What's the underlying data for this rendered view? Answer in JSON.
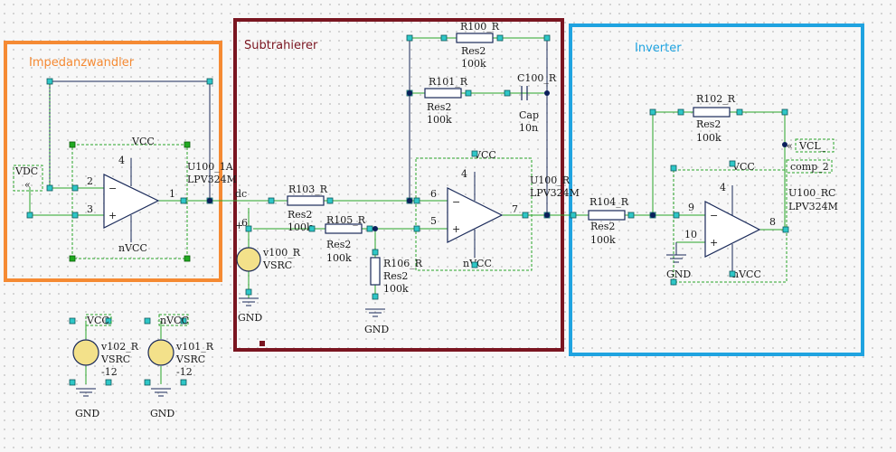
{
  "regions": {
    "impedance": {
      "label": "Impedanzwandler",
      "color": "#f58a33"
    },
    "subtractor": {
      "label": "Subtrahierer",
      "color": "#7a1520"
    },
    "inverter": {
      "label": "Inverter",
      "color": "#1fa3e0"
    }
  },
  "opamps": {
    "u100a": {
      "ref": "U100_1A",
      "value": "LPV324M",
      "pin_minus": "2",
      "pin_plus": "3",
      "pin_out": "1",
      "pin_vcc": "4",
      "vcc": "VCC",
      "nvcc": "nVCC"
    },
    "u100r": {
      "ref": "U100_R",
      "value": "LPV324M",
      "pin_minus": "6",
      "pin_plus": "5",
      "pin_out": "7",
      "pin_vcc": "4",
      "vcc": "VCC",
      "nvcc": "nVCC"
    },
    "u100rc": {
      "ref": "U100_RC",
      "value": "LPV324M",
      "pin_minus": "9",
      "pin_plus": "10",
      "pin_out": "8",
      "pin_vcc": "4",
      "vcc": "VCC",
      "nvcc": "nVCC"
    }
  },
  "resistors": {
    "r100": {
      "ref": "R100_R",
      "type": "Res2",
      "value": "100k"
    },
    "r101": {
      "ref": "R101_R",
      "type": "Res2",
      "value": "100k"
    },
    "r102": {
      "ref": "R102_R",
      "type": "Res2",
      "value": "100k"
    },
    "r103": {
      "ref": "R103_R",
      "type": "Res2",
      "value": "100k"
    },
    "r104": {
      "ref": "R104_R",
      "type": "Res2",
      "value": "100k"
    },
    "r105": {
      "ref": "R105_R",
      "type": "Res2",
      "value": "100k"
    },
    "r106": {
      "ref": "R106_R",
      "type": "Res2",
      "value": "100k"
    }
  },
  "capacitor": {
    "ref": "C100_R",
    "type": "Cap",
    "value": "10n"
  },
  "sources": {
    "v100": {
      "ref": "v100_R",
      "type": "VSRC",
      "value": "6",
      "sign": "+"
    },
    "v101": {
      "ref": "v101_R",
      "type": "VSRC",
      "value": "-12",
      "net": "nVCC"
    },
    "v102": {
      "ref": "v102_R",
      "type": "VSRC",
      "value": "-12",
      "net": "VCC"
    }
  },
  "ports": {
    "vdc": "VDC",
    "vcl": "VCL_",
    "comp": "comp_2",
    "dc": "dc"
  },
  "gnd_label": "GND"
}
